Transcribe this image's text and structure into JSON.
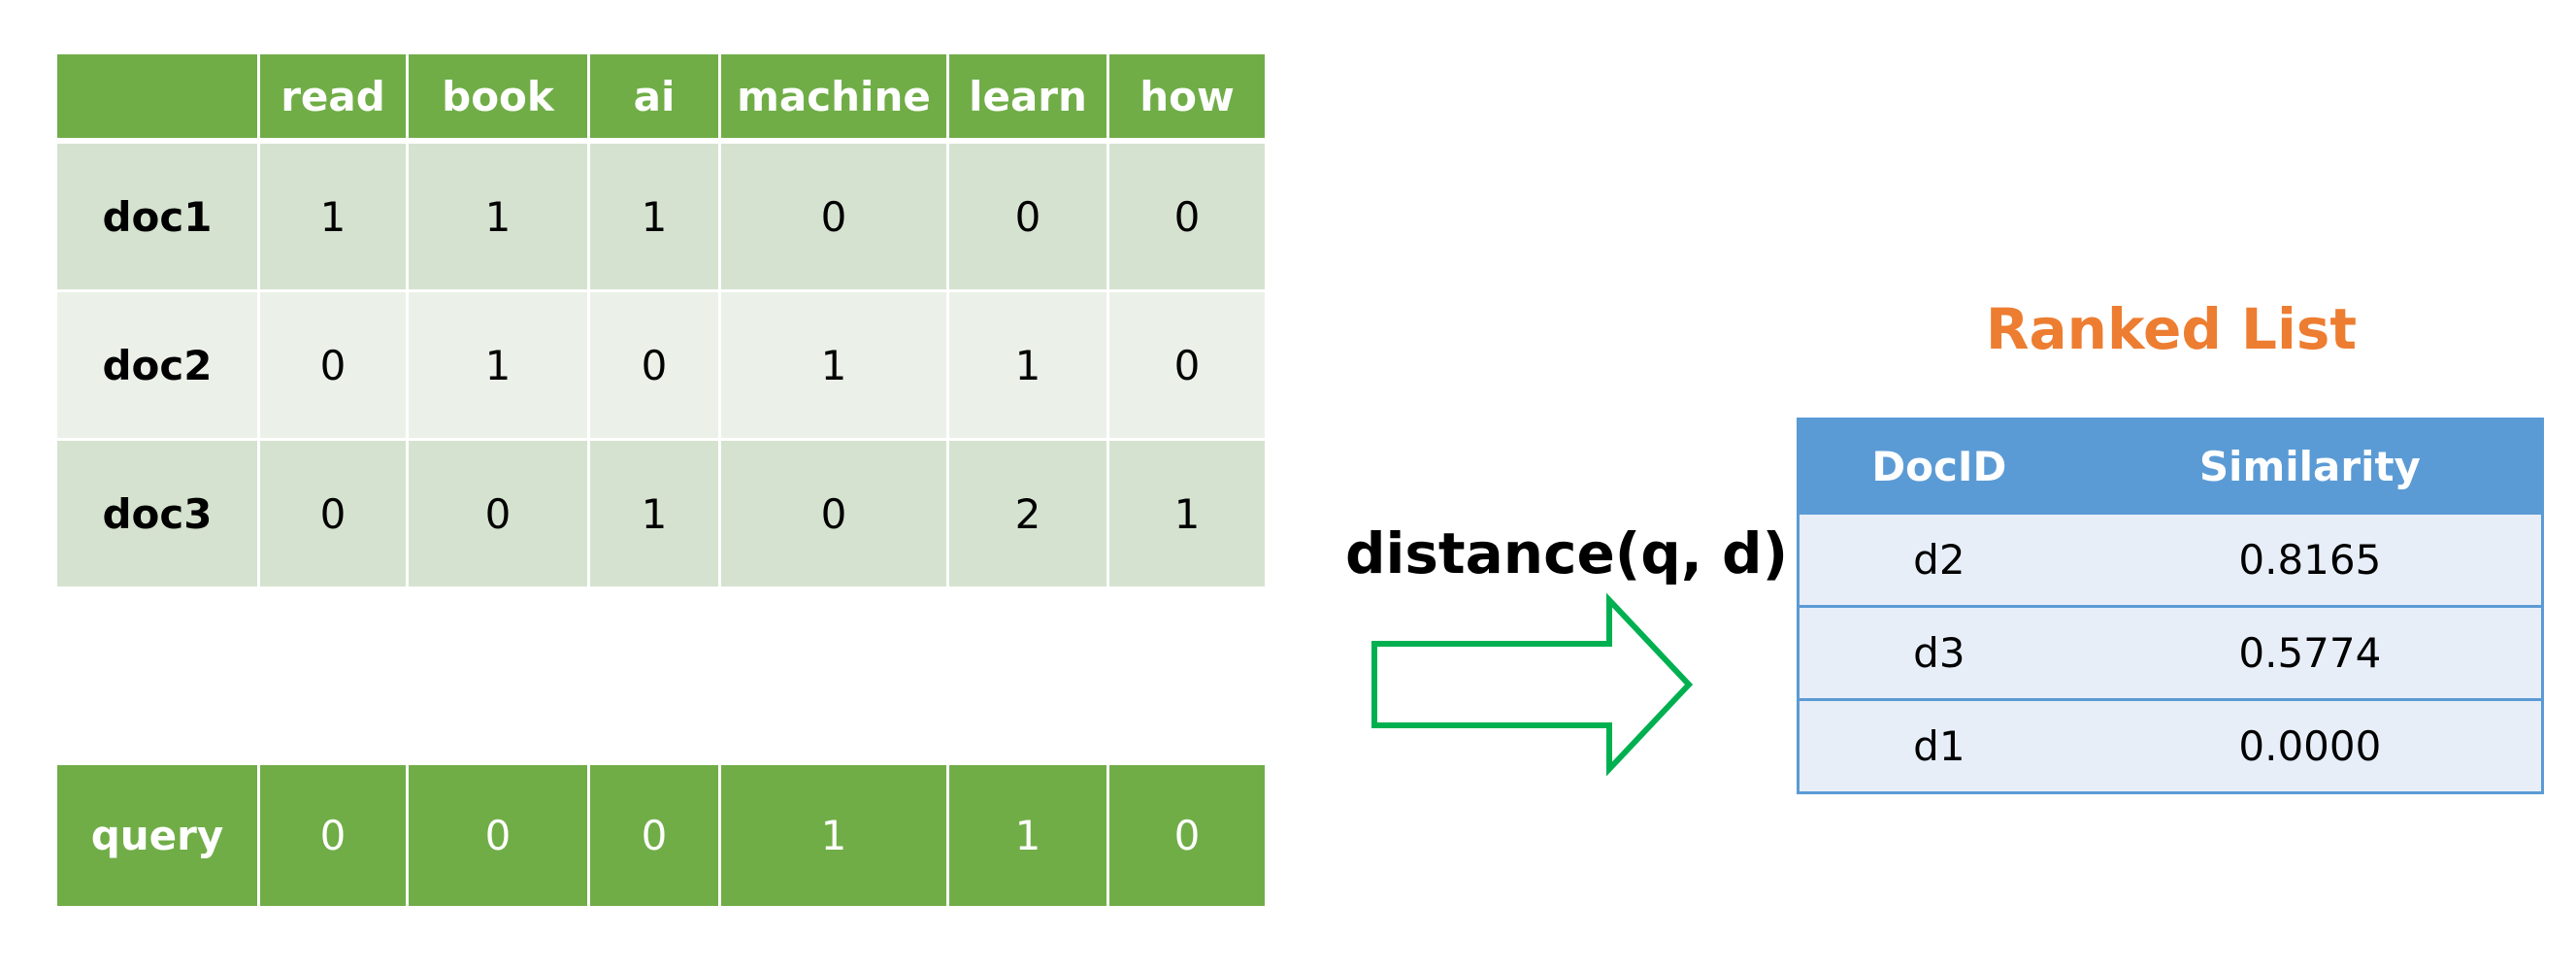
{
  "matrix": {
    "columns": [
      "",
      "read",
      "book",
      "ai",
      "machine",
      "learn",
      "how"
    ],
    "rows": [
      {
        "label": "doc1",
        "values": [
          "1",
          "1",
          "1",
          "0",
          "0",
          "0"
        ]
      },
      {
        "label": "doc2",
        "values": [
          "0",
          "1",
          "0",
          "1",
          "1",
          "0"
        ]
      },
      {
        "label": "doc3",
        "values": [
          "0",
          "0",
          "1",
          "0",
          "2",
          "1"
        ]
      }
    ]
  },
  "query": {
    "label": "query",
    "values": [
      "0",
      "0",
      "0",
      "1",
      "1",
      "0"
    ]
  },
  "distance_label": "distance(q, d)",
  "ranked_list": {
    "title": "Ranked List",
    "headers": [
      "DocID",
      "Similarity"
    ],
    "rows": [
      {
        "doc_id": "d2",
        "similarity": "0.8165"
      },
      {
        "doc_id": "d3",
        "similarity": "0.5774"
      },
      {
        "doc_id": "d1",
        "similarity": "0.0000"
      }
    ]
  },
  "colors": {
    "matrix_header": "#70ad47",
    "matrix_row_dark": "#d5e2cf",
    "matrix_row_light": "#ebf1e9",
    "arrow_stroke": "#00b050",
    "ranked_title": "#ed7d31",
    "ranked_header": "#5b9bd5",
    "ranked_row": "#e8eef8"
  },
  "icons": {
    "arrow": "right-arrow-icon"
  }
}
